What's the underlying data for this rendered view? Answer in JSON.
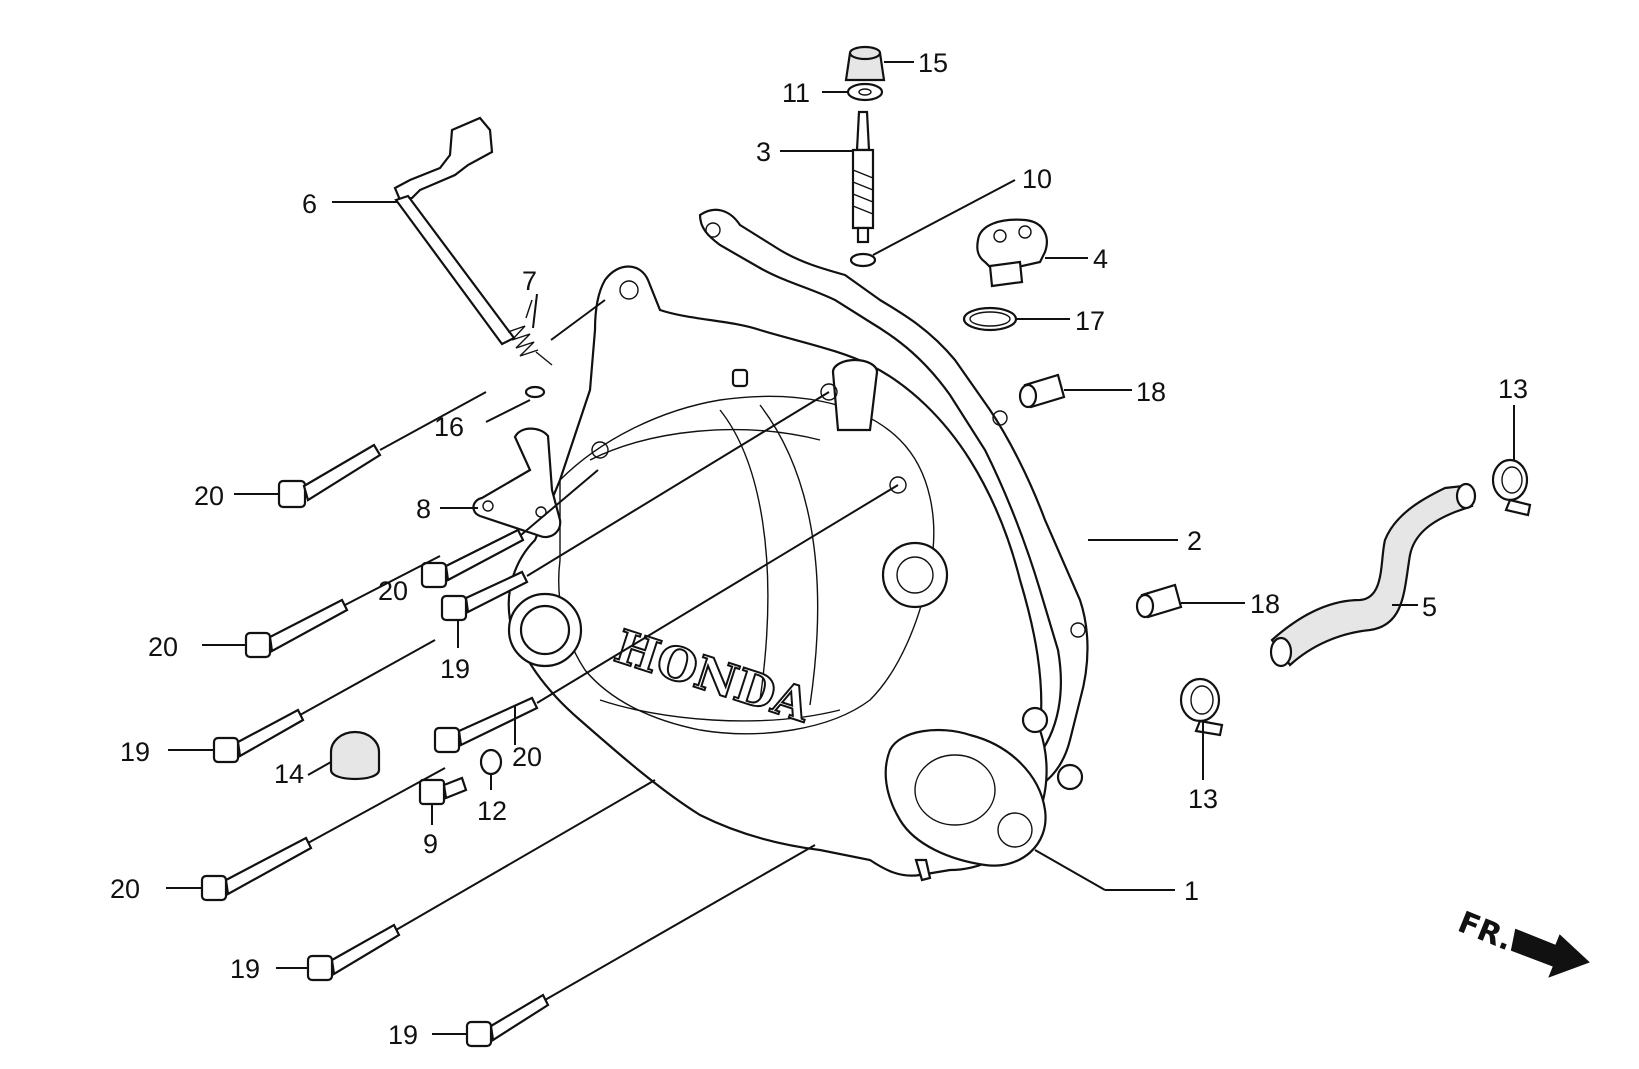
{
  "diagram": {
    "brand_text": "HONDA",
    "direction_label": "FR.",
    "callouts": [
      {
        "id": "c15",
        "label": "15"
      },
      {
        "id": "c11",
        "label": "11"
      },
      {
        "id": "c3",
        "label": "3"
      },
      {
        "id": "c10",
        "label": "10"
      },
      {
        "id": "c4",
        "label": "4"
      },
      {
        "id": "c17",
        "label": "17"
      },
      {
        "id": "c6",
        "label": "6"
      },
      {
        "id": "c7",
        "label": "7"
      },
      {
        "id": "c16",
        "label": "16"
      },
      {
        "id": "c18a",
        "label": "18"
      },
      {
        "id": "c13a",
        "label": "13"
      },
      {
        "id": "c20a",
        "label": "20"
      },
      {
        "id": "c8",
        "label": "8"
      },
      {
        "id": "c2",
        "label": "2"
      },
      {
        "id": "c20b",
        "label": "20"
      },
      {
        "id": "c18b",
        "label": "18"
      },
      {
        "id": "c5",
        "label": "5"
      },
      {
        "id": "c20c",
        "label": "20"
      },
      {
        "id": "c19a",
        "label": "19"
      },
      {
        "id": "c19b",
        "label": "19"
      },
      {
        "id": "c14",
        "label": "14"
      },
      {
        "id": "c20d",
        "label": "20"
      },
      {
        "id": "c13b",
        "label": "13"
      },
      {
        "id": "c12",
        "label": "12"
      },
      {
        "id": "c9",
        "label": "9"
      },
      {
        "id": "c20e",
        "label": "20"
      },
      {
        "id": "c1",
        "label": "1"
      },
      {
        "id": "c19c",
        "label": "19"
      },
      {
        "id": "c19d",
        "label": "19"
      }
    ]
  }
}
